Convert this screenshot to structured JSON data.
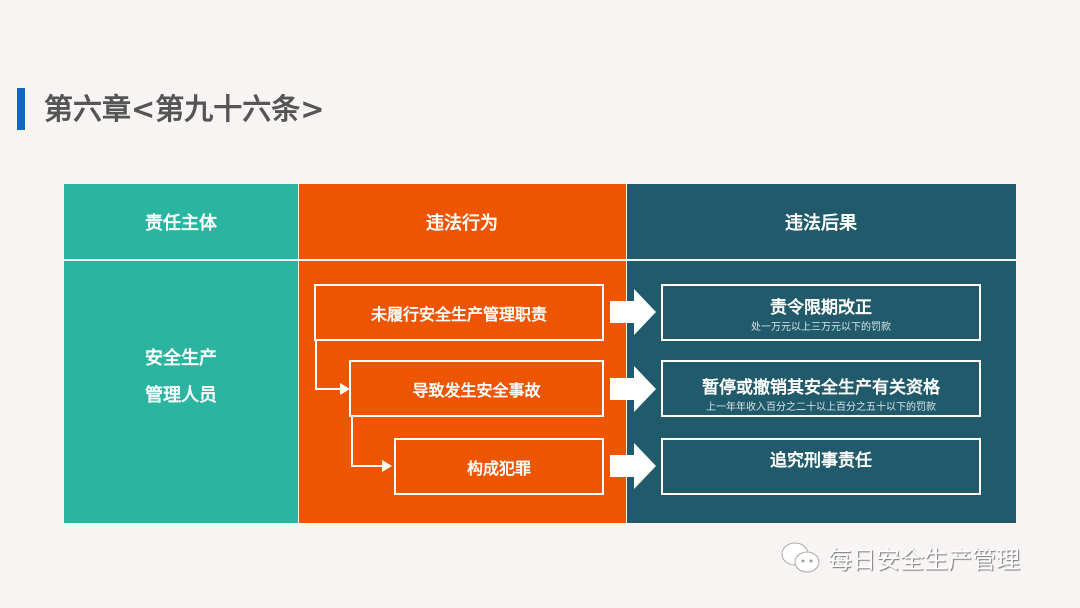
{
  "title": "第六章<第九十六条>",
  "headers": [
    "责任主体",
    "违法行为",
    "违法后果"
  ],
  "subject": [
    "安全生产",
    "管理人员"
  ],
  "behaviors": [
    "未履行安全生产管理职责",
    "导致发生安全事故",
    "构成犯罪"
  ],
  "consequences": [
    {
      "main": "责令限期改正",
      "sub": "处一万元以上三万元以下的罚款"
    },
    {
      "main": "暂停或撤销其安全生产有关资格",
      "sub": "上一年年收入百分之二十以上百分之五十以下的罚款"
    },
    {
      "main": "追究刑事责任"
    }
  ],
  "watermark": "每日安全生产管理",
  "colors": {
    "teal": "#2bb5a0",
    "orange": "#ee5500",
    "dark": "#215b6b",
    "accent": "#1565c0"
  }
}
